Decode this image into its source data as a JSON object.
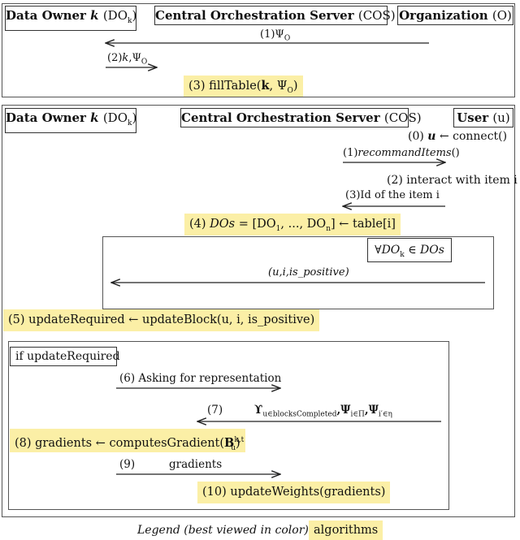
{
  "top": {
    "actors": {
      "data_owner": {
        "name": "Data Owner",
        "var": "k",
        "abbr_prefix": "DO",
        "abbr_sub": "k"
      },
      "cos": {
        "name": "Central Orchestration Server",
        "abbr": "(COS)"
      },
      "organization": {
        "name": "Organization",
        "abbr": "(O)"
      }
    },
    "msg1": {
      "prefix": "(1)",
      "sym": "Ψ",
      "sub": "O"
    },
    "msg2": {
      "prefix": "(2)",
      "var": "k",
      "sym": ",Ψ",
      "sub": "O"
    },
    "step3": {
      "prefix": "(3) fillTable(",
      "arg1": "k",
      "mid": ", Ψ",
      "sub": "O",
      "suffix": ")"
    }
  },
  "bottom": {
    "actors": {
      "data_owner": {
        "name": "Data Owner",
        "var": "k",
        "abbr_prefix": "DO",
        "abbr_sub": "k"
      },
      "cos": {
        "name": "Central Orchestration Server",
        "abbr": "(COS)"
      },
      "user": {
        "name": "User",
        "abbr": "(u)"
      }
    },
    "step0": {
      "prefix": "(0)",
      "var": "u",
      "text": "← connect()"
    },
    "step1": {
      "prefix": "(1)",
      "text": "recommandItems",
      "suffix": "()"
    },
    "step2": {
      "text": "(2)  interact with item i"
    },
    "step3": {
      "prefix": "(3)",
      "text": "Id of the item i"
    },
    "step4": {
      "prefix": "(4)",
      "lhs": "DOs",
      "rhs": "= [DO",
      "s1": "1",
      "mid": ", ..., DO",
      "sn": "n",
      "end": "] ← table[i]"
    },
    "loop": {
      "label_prefix": "∀",
      "label_var": "DO",
      "label_sub": "k",
      "label_suffix": "∈ DOs",
      "msg": "(u,i,is_positive)"
    },
    "step5": {
      "text": "(5) updateRequired ← updateBlock(u, i, is_positive)"
    },
    "cond": {
      "label": "if updateRequired"
    },
    "step6": {
      "text": "(6)  Asking for representation"
    },
    "step7": {
      "prefix": "(7)",
      "text": "ϒ",
      "sub1": "u∈blocksCompleted",
      "t2": ",Ψ",
      "sub2": "i∈Π",
      "t3": ",Ψ",
      "sub3": "i′∈η"
    },
    "step8": {
      "prefix": "(8) gradients ← computesGradient(",
      "b": "B",
      "sup": "k,t",
      "sub": "u",
      "suffix": ")"
    },
    "step9": {
      "prefix": "(9)",
      "text": "gradients"
    },
    "step10": {
      "text": "(10) updateWeights(gradients)"
    }
  },
  "legend": {
    "label": "Legend (best viewed in color):",
    "item": "algorithms"
  },
  "colors": {
    "highlight": "#fbefa6",
    "line": "#222222"
  }
}
